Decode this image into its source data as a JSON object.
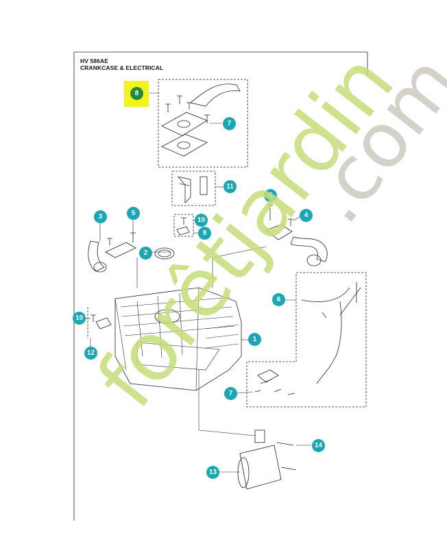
{
  "header": {
    "model": "HV 586AE",
    "section": "CRANKCASE & ELECTRICAL"
  },
  "callouts": [
    {
      "id": "c8",
      "label": "8",
      "highlight": true
    },
    {
      "id": "c7a",
      "label": "7"
    },
    {
      "id": "c11",
      "label": "11"
    },
    {
      "id": "c3",
      "label": "3"
    },
    {
      "id": "c5a",
      "label": "5"
    },
    {
      "id": "c2",
      "label": "2"
    },
    {
      "id": "c10a",
      "label": "10"
    },
    {
      "id": "c9",
      "label": "9"
    },
    {
      "id": "c5b",
      "label": "5"
    },
    {
      "id": "c4",
      "label": "4"
    },
    {
      "id": "c6",
      "label": "6"
    },
    {
      "id": "c10b",
      "label": "10"
    },
    {
      "id": "c1",
      "label": "1"
    },
    {
      "id": "c12",
      "label": "12"
    },
    {
      "id": "c7b",
      "label": "7"
    },
    {
      "id": "c14",
      "label": "14"
    },
    {
      "id": "c13",
      "label": "13"
    }
  ],
  "watermark": {
    "main_text": "forêtjardin",
    "suffix_text": ".com",
    "green": "#c6dc7a",
    "grey": "#cdc9bf"
  },
  "colors": {
    "callout": "#1aa7b3",
    "callout_highlight": "#1e8a3a",
    "highlight_box": "#f4f21a",
    "line": "#222222"
  }
}
